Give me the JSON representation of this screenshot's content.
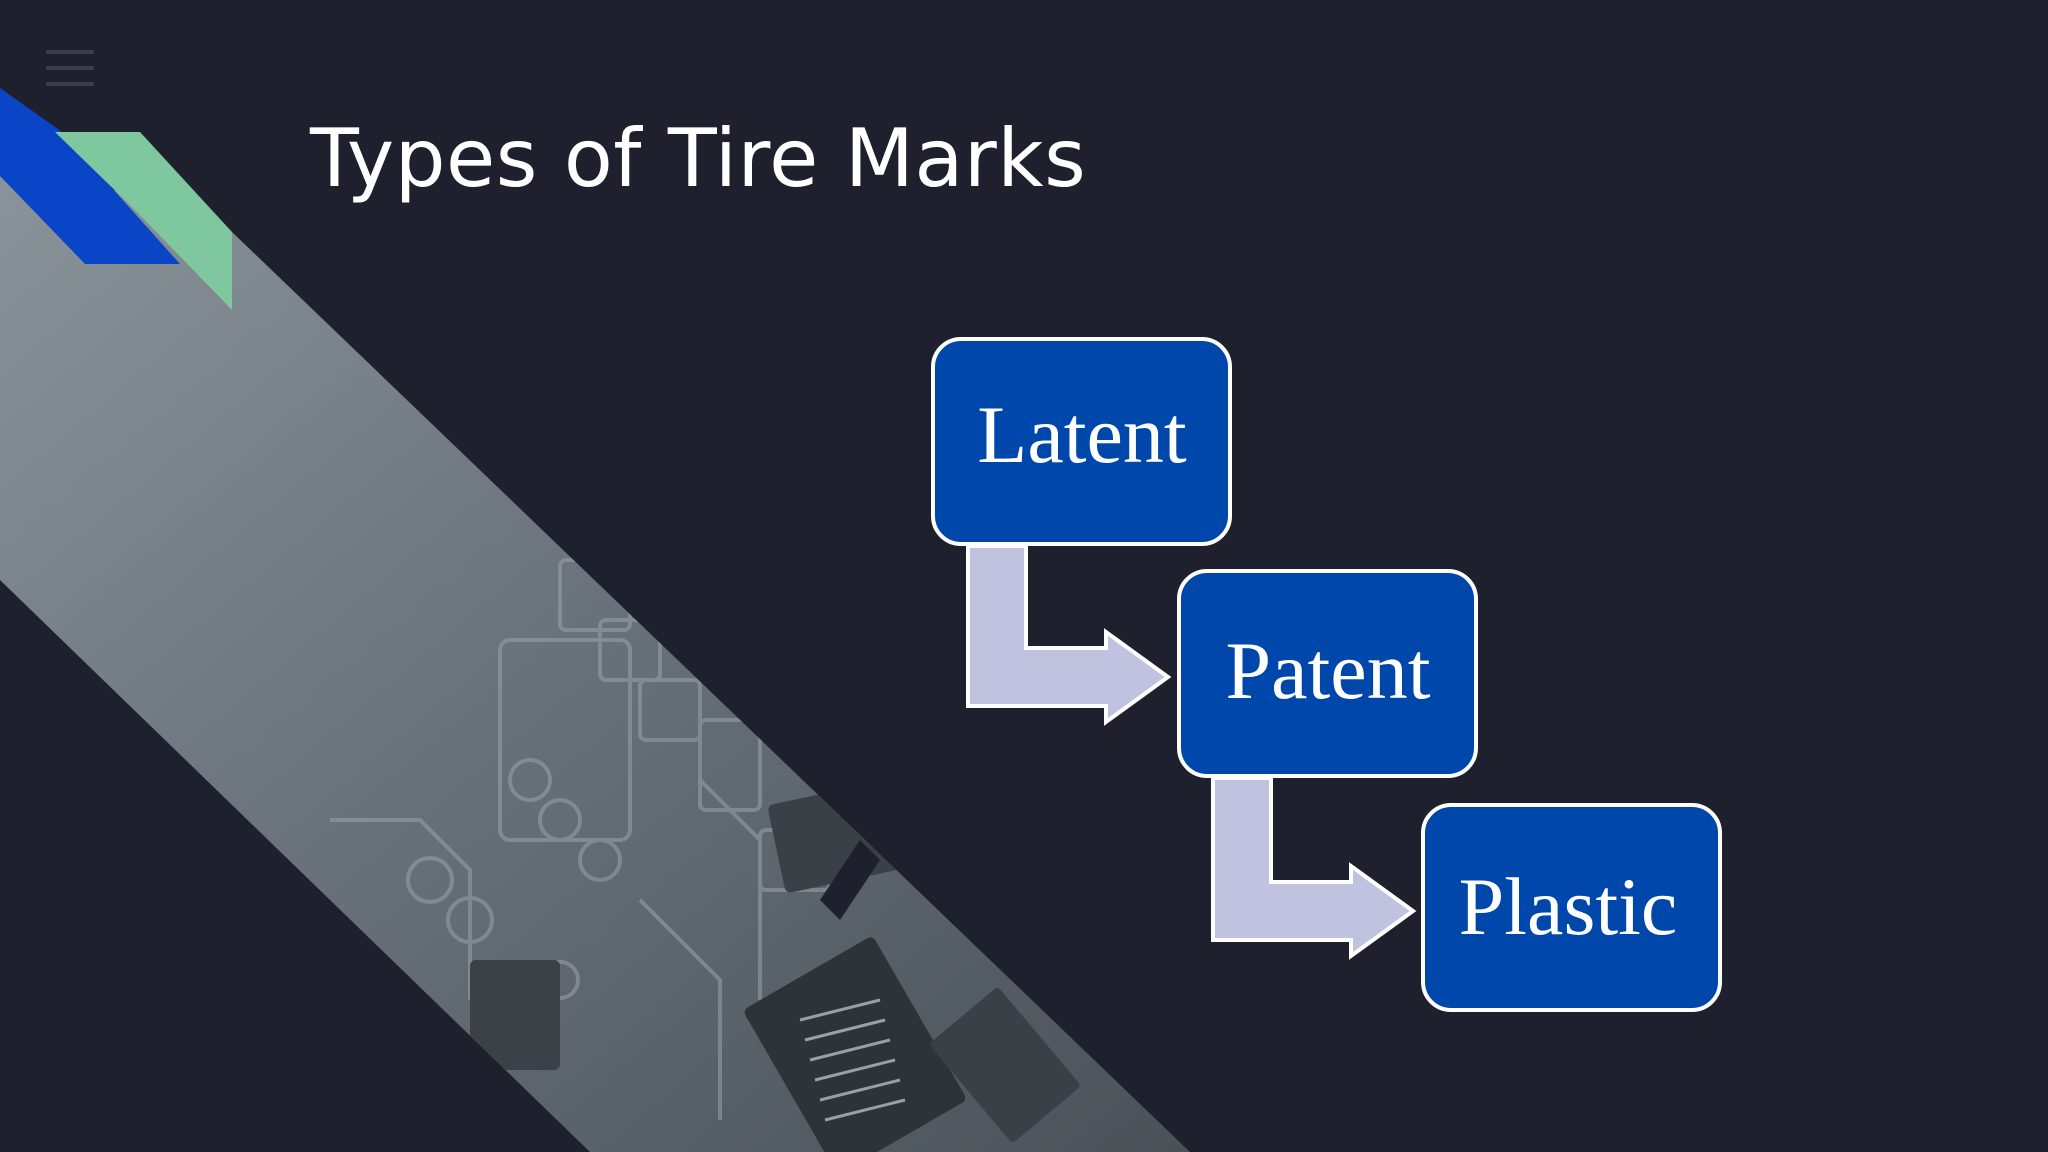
{
  "slide": {
    "title": "Types of Tire Marks",
    "colors": {
      "background": "#1e212d",
      "accent_blue": "#0a45c8",
      "accent_green": "#7fc79e",
      "box_fill": "#0047ab",
      "box_border": "#ffffff",
      "connector": "#c0c3df"
    }
  },
  "flow": {
    "steps": [
      {
        "label": "Latent"
      },
      {
        "label": "Patent"
      },
      {
        "label": "Plastic"
      }
    ]
  },
  "icons": {
    "menu": "hamburger-menu-icon"
  }
}
